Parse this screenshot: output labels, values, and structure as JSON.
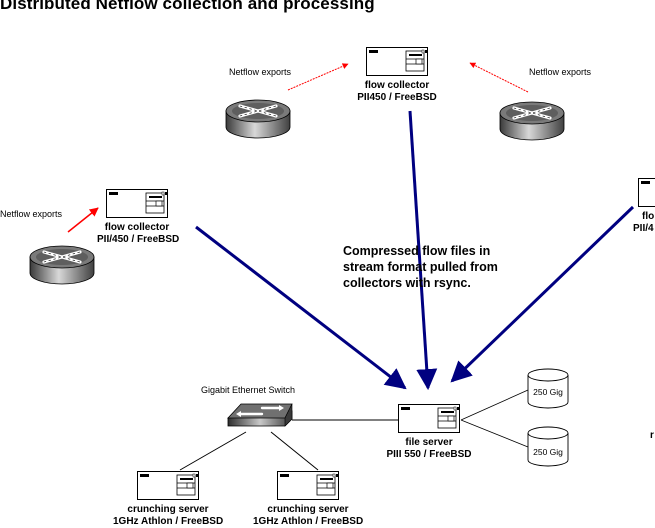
{
  "title": "Distributed Netflow collection and processing",
  "colors": {
    "transfer_arrow": "#000080",
    "export_arrow": "#ff0000",
    "link_line": "#000000",
    "background": "#ffffff"
  },
  "nodes": {
    "collector_top": {
      "type": "server-icon",
      "name": "flow collector",
      "spec": "PII450 / FreeBSD"
    },
    "collector_left": {
      "type": "server-icon",
      "name": "flow collector",
      "spec": "PII/450 / FreeBSD"
    },
    "collector_right": {
      "type": "server-icon",
      "name": "flo",
      "spec": "PII/4"
    },
    "router_top_left": {
      "type": "router-icon"
    },
    "router_top_right": {
      "type": "router-icon"
    },
    "router_left": {
      "type": "router-icon"
    },
    "switch": {
      "type": "switch-icon",
      "label": "Gigabit Ethernet Switch"
    },
    "file_server": {
      "type": "server-icon",
      "name": "file server",
      "spec": "PIII 550 / FreeBSD"
    },
    "disk_1": {
      "type": "disk-icon",
      "label": "250 Gig"
    },
    "disk_2": {
      "type": "disk-icon",
      "label": "250 Gig"
    },
    "cruncher_1": {
      "type": "server-icon",
      "name": "crunching server",
      "spec": "1GHz Athlon / FreeBSD"
    },
    "cruncher_2": {
      "type": "server-icon",
      "name": "crunching server",
      "spec": "1GHz Athlon / FreeBSD"
    },
    "right_edge_fragment": "r"
  },
  "labels": {
    "export_top_left": "Netflow exports",
    "export_top_right": "Netflow exports",
    "export_left": "Netflow exports"
  },
  "note": {
    "lines": [
      "Compressed flow files in",
      "stream format pulled from",
      "collectors with rsync."
    ]
  },
  "edges": [
    {
      "from": "router_top_left",
      "to": "collector_top",
      "kind": "netflow-export"
    },
    {
      "from": "router_top_right",
      "to": "collector_top",
      "kind": "netflow-export"
    },
    {
      "from": "router_left",
      "to": "collector_left",
      "kind": "netflow-export"
    },
    {
      "from": "collector_top",
      "to": "file_server",
      "kind": "rsync-transfer"
    },
    {
      "from": "collector_left",
      "to": "file_server",
      "kind": "rsync-transfer"
    },
    {
      "from": "collector_right",
      "to": "file_server",
      "kind": "rsync-transfer"
    },
    {
      "from": "switch",
      "to": "file_server",
      "kind": "ethernet"
    },
    {
      "from": "switch",
      "to": "cruncher_1",
      "kind": "ethernet"
    },
    {
      "from": "switch",
      "to": "cruncher_2",
      "kind": "ethernet"
    },
    {
      "from": "file_server",
      "to": "disk_1",
      "kind": "storage"
    },
    {
      "from": "file_server",
      "to": "disk_2",
      "kind": "storage"
    }
  ]
}
